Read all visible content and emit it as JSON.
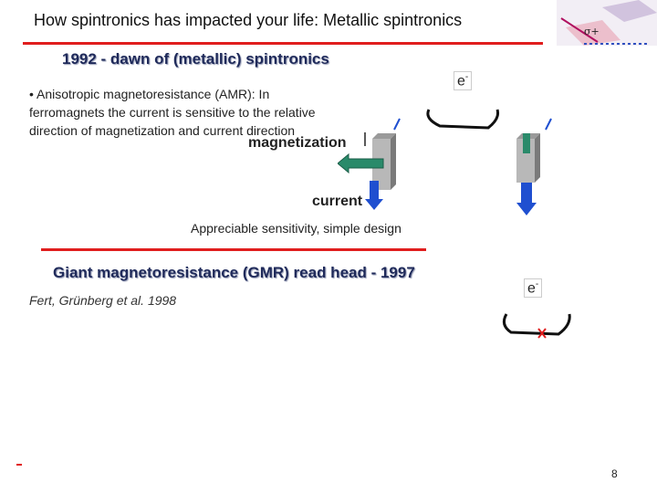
{
  "slide": {
    "title": "How spintronics has impacted your life: Metallic spintronics",
    "subtitle_1992": "1992 - dawn of (metallic) spintronics",
    "amr_text": "• Anisotropic magnetoresistance (AMR): In ferromagnets the current is sensitive to the relative direction of magnetization and current direction",
    "magnetization_label": "magnetization",
    "current_label": "current",
    "sensitivity_note": "Appreciable sensitivity, simple design",
    "gmr_heading": "Giant magnetoresistance (GMR) read head - 1997",
    "reference": "Fert, Grünberg et al. 1998",
    "electron_label": "e",
    "electron_sup": "-",
    "sigma_label": "σ+",
    "page_number": "8"
  },
  "colors": {
    "accent_red": "#e01e1e",
    "heading_navy": "#1f2a5a",
    "arrow_blue": "#1f4fd0",
    "arrow_green": "#2a8a6a"
  }
}
